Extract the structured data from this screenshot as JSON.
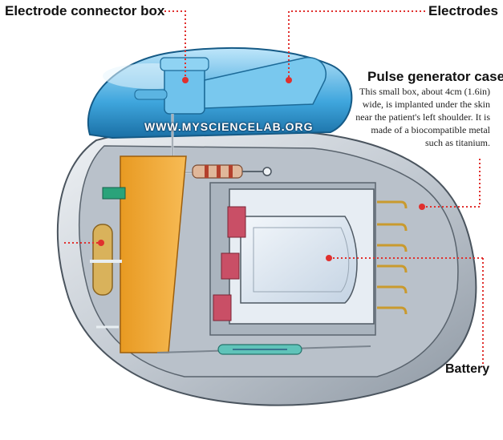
{
  "labels": {
    "electrode_connector_box": "Electrode connector box",
    "electrodes": "Electrodes",
    "pulse_generator_case": "Pulse generator case",
    "battery": "Battery"
  },
  "description": "This small box, about 4cm (1.6in) wide, is implanted under the skin near the patient's left shoulder. It is made of a biocompatible metal such as titanium.",
  "watermark": "WWW.MYSCIENCELAB.ORG",
  "colors": {
    "leader_line": "#e0302e",
    "case_metal": "#c9cfd6",
    "connector_blue": "#4fb3e6",
    "circuit_orange": "#f0a531",
    "battery_blue": "#dfe9f4"
  }
}
